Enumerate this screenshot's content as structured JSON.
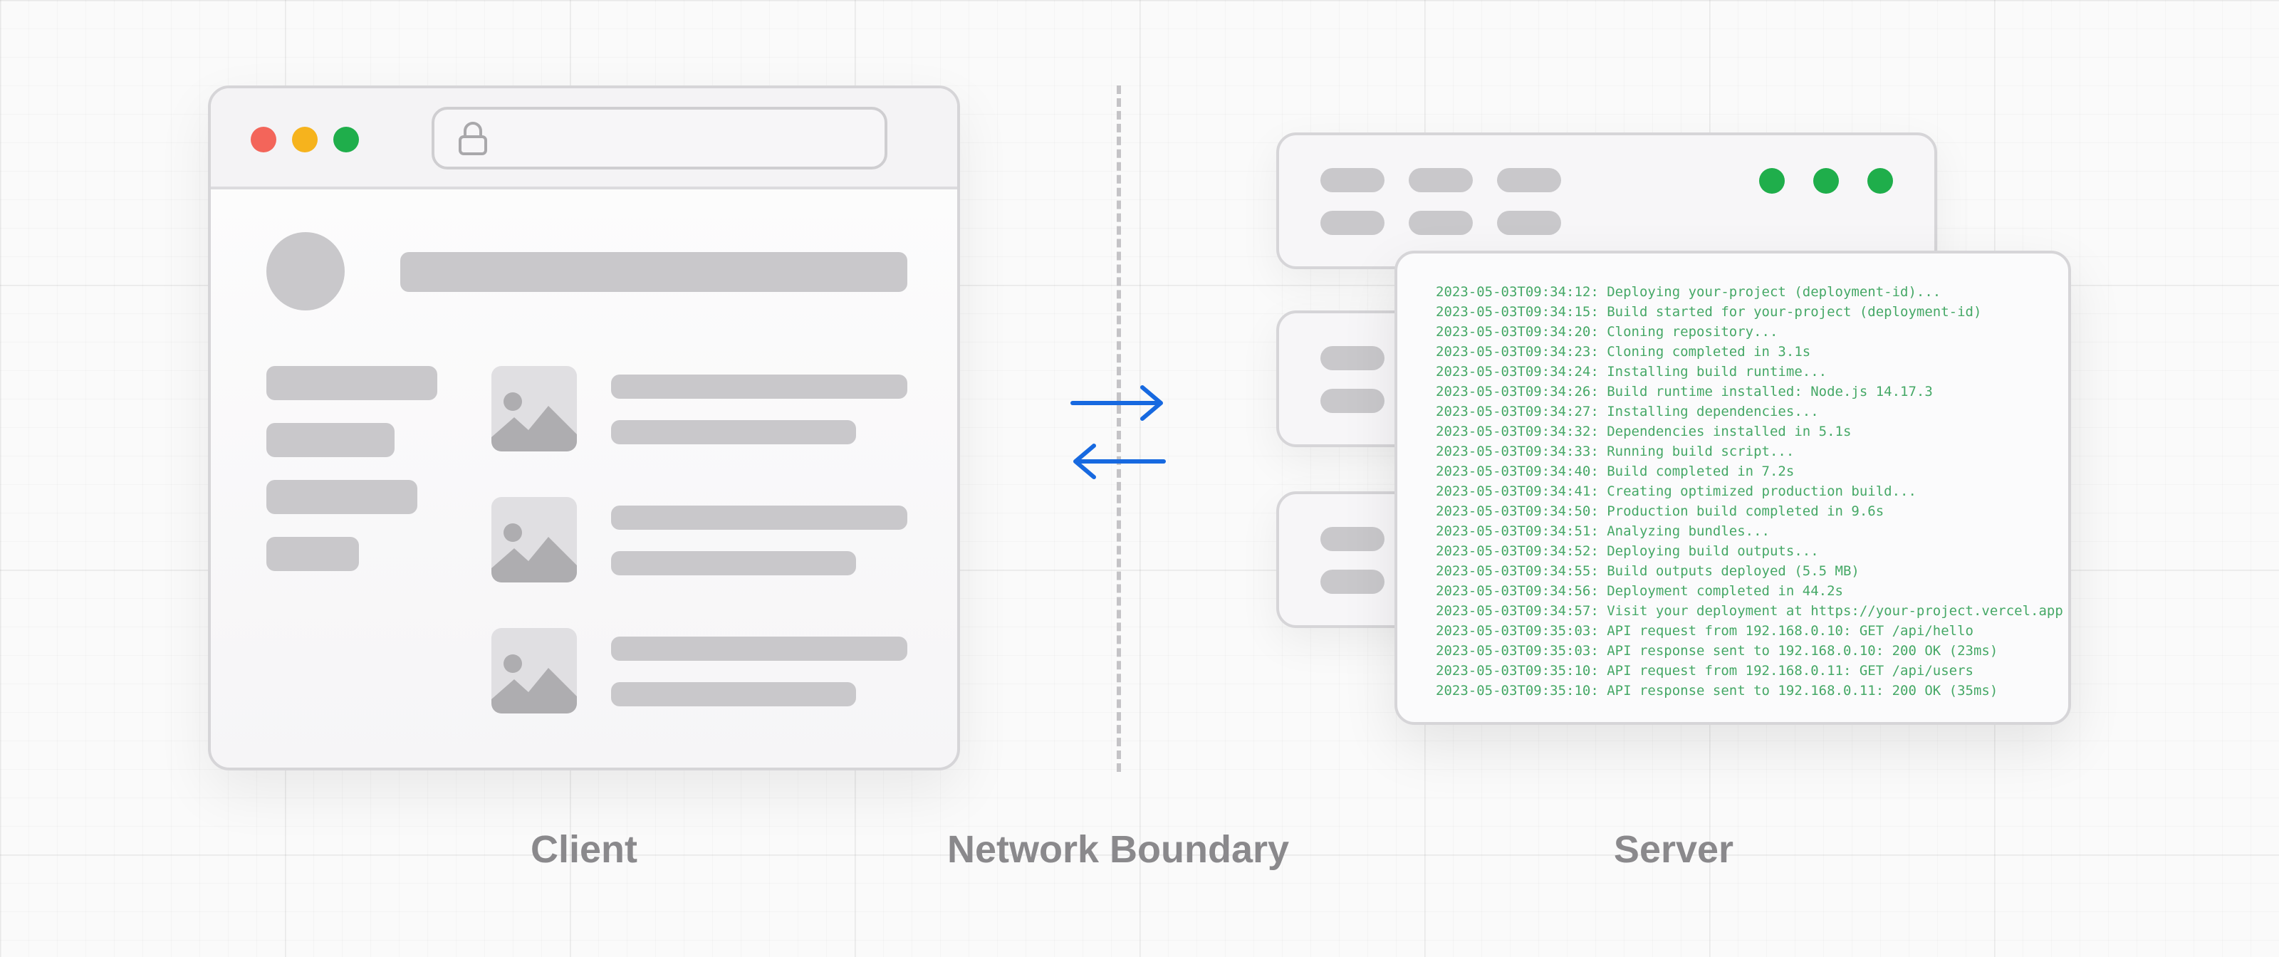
{
  "labels": {
    "client": "Client",
    "network_boundary": "Network Boundary",
    "server": "Server"
  },
  "colors": {
    "traffic_red": "#f3655a",
    "traffic_yellow": "#f6b31d",
    "traffic_green": "#1fae4b",
    "arrow_blue": "#1769e0",
    "log_green": "#45a866",
    "placeholder_gray": "#c9c8cb"
  },
  "icons": {
    "url_lock": "lock-icon",
    "thumbnail": "image-icon",
    "request_arrow": "arrow-right-icon",
    "response_arrow": "arrow-left-icon"
  },
  "server": {
    "log_lines": [
      "2023-05-03T09:34:12: Deploying your-project (deployment-id)...",
      "2023-05-03T09:34:15: Build started for your-project (deployment-id)",
      "2023-05-03T09:34:20: Cloning repository...",
      "2023-05-03T09:34:23: Cloning completed in 3.1s",
      "2023-05-03T09:34:24: Installing build runtime...",
      "2023-05-03T09:34:26: Build runtime installed: Node.js 14.17.3",
      "2023-05-03T09:34:27: Installing dependencies...",
      "2023-05-03T09:34:32: Dependencies installed in 5.1s",
      "2023-05-03T09:34:33: Running build script...",
      "2023-05-03T09:34:40: Build completed in 7.2s",
      "2023-05-03T09:34:41: Creating optimized production build...",
      "2023-05-03T09:34:50: Production build completed in 9.6s",
      "2023-05-03T09:34:51: Analyzing bundles...",
      "2023-05-03T09:34:52: Deploying build outputs...",
      "2023-05-03T09:34:55: Build outputs deployed (5.5 MB)",
      "2023-05-03T09:34:56: Deployment completed in 44.2s",
      "2023-05-03T09:34:57: Visit your deployment at https://your-project.vercel.app",
      "2023-05-03T09:35:03: API request from 192.168.0.10: GET /api/hello",
      "2023-05-03T09:35:03: API response sent to 192.168.0.10: 200 OK (23ms)",
      "2023-05-03T09:35:10: API request from 192.168.0.11: GET /api/users",
      "2023-05-03T09:35:10: API response sent to 192.168.0.11: 200 OK (35ms)"
    ]
  }
}
